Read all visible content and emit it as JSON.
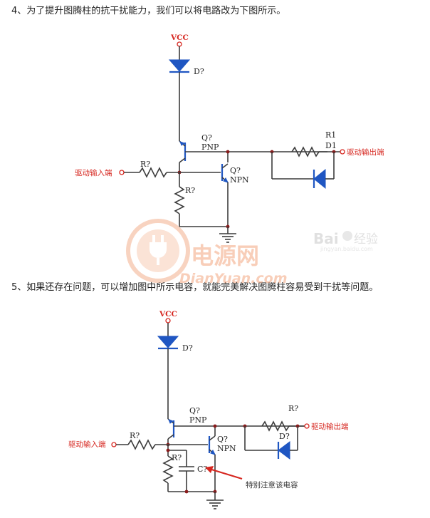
{
  "text": {
    "para1": "4、为了提升图腾柱的抗干扰能力，我们可以将电路改为下图所示。",
    "para2": "5、如果还存在问题，可以增加图中所示电容，就能完美解决图腾柱容易受到干扰等问题。"
  },
  "diagram1": {
    "vcc": "VCC",
    "diode_top": "D?",
    "q_pnp_ref": "Q?",
    "q_pnp_type": "PNP",
    "q_npn_ref": "Q?",
    "q_npn_type": "NPN",
    "r_base": "R?",
    "r_down": "R?",
    "r_out": "R1",
    "d_out": "D1",
    "input_label": "驱动输入端",
    "output_label": "驱动输出端"
  },
  "diagram2": {
    "vcc": "VCC",
    "diode_top": "D?",
    "q_pnp_ref": "Q?",
    "q_pnp_type": "PNP",
    "q_npn_ref": "Q?",
    "q_npn_type": "NPN",
    "r_base": "R?",
    "r_down": "R?",
    "r_out": "R?",
    "d_out": "D?",
    "cap": "C?",
    "input_label": "驱动输入端",
    "output_label": "驱动输出端",
    "note": "特别注意该电容"
  },
  "watermark": {
    "cn": "电源网",
    "en": "DianYuan.com",
    "baidu": "Bai",
    "baidu_tail": "经验",
    "baidu_url": "jingyan.baidu.com"
  },
  "colors": {
    "wire": "#3c3c3c",
    "component": "#1f56c2",
    "label_red": "#d6261f",
    "junction": "#8a1b1b",
    "watermark": "#f2a27a"
  }
}
